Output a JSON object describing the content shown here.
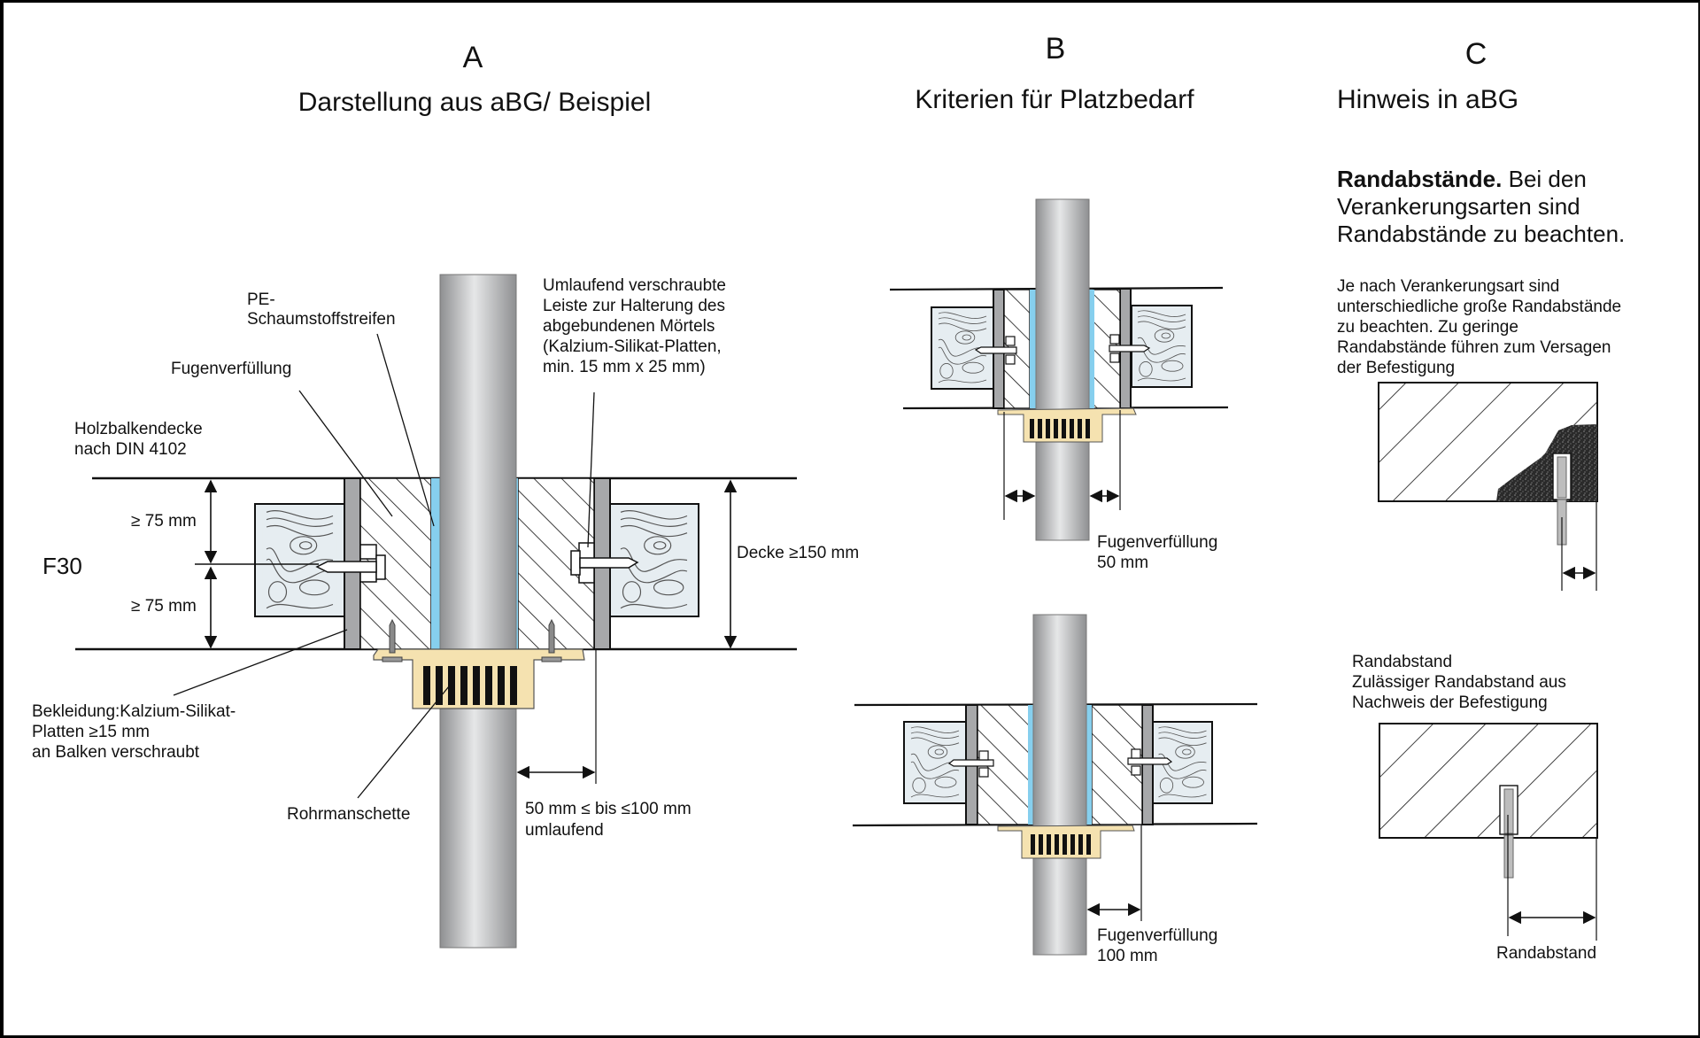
{
  "panels": {
    "a": {
      "letter": "A",
      "title": "Darstellung aus aBG/ Beispiel",
      "labels": {
        "pe_1": "PE-",
        "pe_2": "Schaumstoffstreifen",
        "fugen": "Fugenverfüllung",
        "holz_1": "Holzbalkendecke",
        "holz_2": "nach DIN 4102",
        "leiste_1": "Umlaufend verschraubte",
        "leiste_2": "Leiste zur Halterung des",
        "leiste_3": "abgebundenen Mörtels",
        "leiste_4": "(Kalzium-Silikat-Platten,",
        "leiste_5": "min. 15 mm x 25 mm)",
        "dim_upper": "≥ 75 mm",
        "dim_lower": "≥ 75 mm",
        "f30": "F30",
        "decke": "Decke ≥150 mm",
        "bekl_1": "Bekleidung:Kalzium-Silikat-",
        "bekl_2": "Platten ≥15 mm",
        "bekl_3": "an Balken verschraubt",
        "rohr": "Rohrmanschette",
        "abstand_1": "50 mm ≤ bis ≤100 mm",
        "abstand_2": "umlaufend"
      }
    },
    "b": {
      "letter": "B",
      "title": "Kriterien für Platzbedarf",
      "top_label_1": "Fugenverfüllung",
      "top_label_2": "50 mm",
      "bottom_label_1": "Fugenverfüllung",
      "bottom_label_2": "100 mm"
    },
    "c": {
      "letter": "C",
      "title": "Hinweis in aBG",
      "intro_bold": "Randabstände.",
      "intro_1": " Bei den",
      "intro_2": "Verankerungsarten sind",
      "intro_3": "Randabstände zu beachten.",
      "note_1": "Je nach Verankerungsart sind",
      "note_2": "unterschiedliche große Randabstände",
      "note_3": "zu beachten. Zu geringe",
      "note_4": "Randabstände führen zum Versagen",
      "note_5": "der Befestigung",
      "second_1": "Randabstand",
      "second_2": "Zulässiger Randabstand aus",
      "second_3": "Nachweis der Befestigung",
      "dim_label": "Randabstand"
    }
  },
  "colors": {
    "pipe_dark": "#8e8f91",
    "pipe_light": "#e6e7e8",
    "foam_blue": "#86cfee",
    "collar": "#f5e2b0",
    "timber": "#e8edf0",
    "board": "#a7a8aa",
    "line": "#111111"
  }
}
